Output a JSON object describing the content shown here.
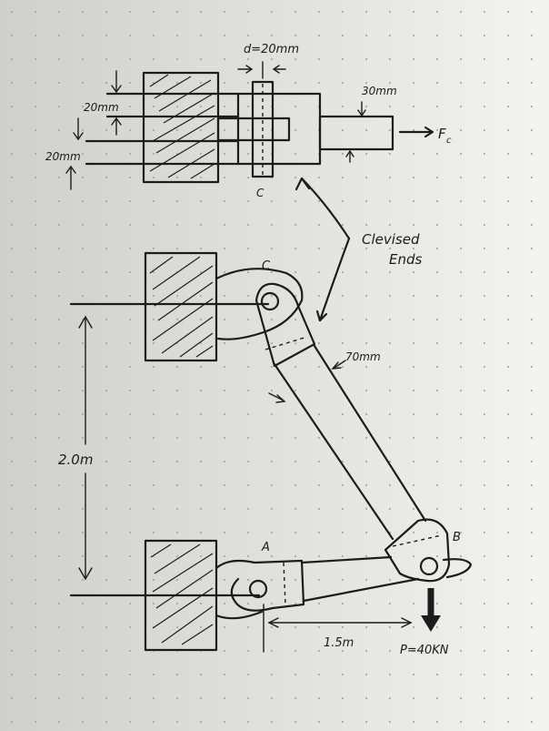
{
  "labels": {
    "diameter": "d=20mm",
    "thickness_top": "20mm",
    "thickness_bottom": "20mm",
    "width_30": "30mm",
    "force_c": "F",
    "force_c_sub": "c",
    "joint_c_top": "C",
    "callout_line1": "Clevised",
    "callout_line2": "Ends",
    "joint_c": "C",
    "width_70": "70mm",
    "height": "2.0m",
    "joint_a": "A",
    "joint_b": "B",
    "span": "1.5m",
    "load": "P=40KN"
  }
}
